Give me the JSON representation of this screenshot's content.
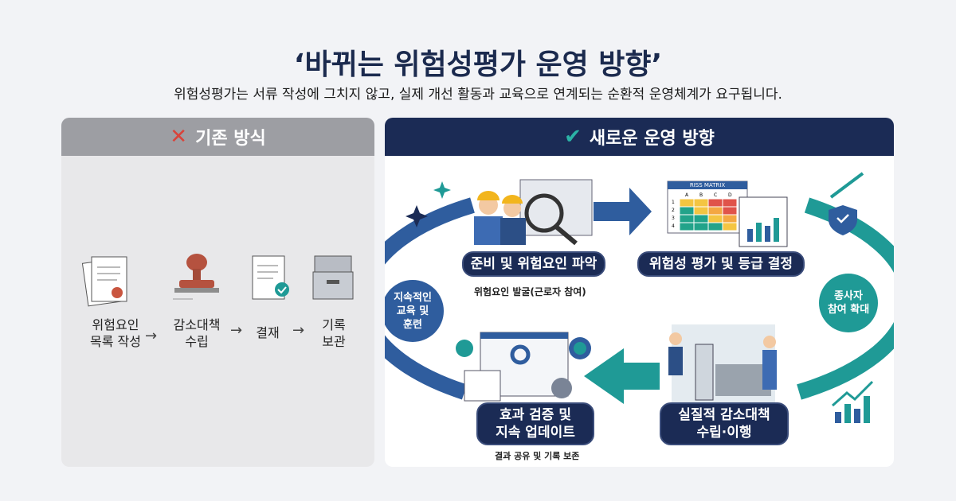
{
  "title": "‘바뀌는 위험성평가 운영 방향’",
  "subtitle": "위험성평가는 서류 작성에 그치지 않고, 실제 개선 활동과 교육으로 연계되는 순환적 운영체계가 요구됩니다.",
  "left": {
    "header": "기존 방식",
    "icon": "x-icon",
    "steps": [
      {
        "label": "위험요인\n목록 작성",
        "icon": "documents-icon"
      },
      {
        "label": "감소대책\n수립",
        "icon": "stamp-icon"
      },
      {
        "label": "결재",
        "icon": "approved-document-icon"
      },
      {
        "label": "기록\n보관",
        "icon": "archive-box-icon"
      }
    ],
    "arrow": "→"
  },
  "right": {
    "header": "새로운 운영 방향",
    "icon": "check-icon",
    "steps": [
      {
        "label": "준비 및 위험요인 파악",
        "caption": "위험요인 발굴(근로자 참여)"
      },
      {
        "label": "위험성 평가 및 등급 결정"
      },
      {
        "label": "실질적 감소대책\n수립·이행"
      },
      {
        "label": "효과 검증 및\n지속 업데이트",
        "caption": "결과 공유 및 기록 보존"
      }
    ],
    "side_left": "지속적인\n교육 및\n훈련",
    "side_right": "종사자\n참여 확대",
    "matrix": {
      "title": "RISS MATRIX",
      "cols": [
        "A",
        "B",
        "C",
        "D"
      ],
      "rows": [
        "1",
        "2",
        "3",
        "4"
      ]
    },
    "colors": {
      "navy": "#1b2b55",
      "blue": "#2f5d9e",
      "teal": "#1f9a96"
    }
  }
}
